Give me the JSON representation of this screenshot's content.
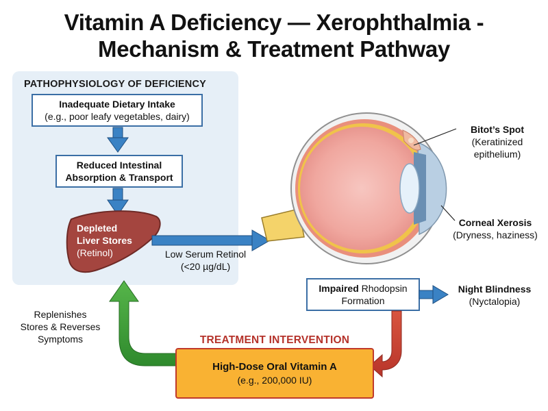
{
  "title": {
    "line1": "Vitamin A Deficiency — Xerophthalmia -",
    "line2": "Mechanism & Treatment Pathway"
  },
  "panel": {
    "heading": "PATHOPHYSIOLOGY OF DEFICIENCY",
    "step1": {
      "title": "Inadequate Dietary Intake",
      "sub": "(e.g., poor leafy vegetables, dairy)"
    },
    "step2": {
      "line1": "Reduced Intestinal",
      "line2": "Absorption & Transport"
    },
    "liver": {
      "line1": "Depleted",
      "line2": "Liver Stores",
      "line3": "(Retinol)"
    }
  },
  "serum": {
    "line1": "Low Serum Retinol",
    "line2": "(<20 µg/dL)"
  },
  "eye": {
    "bitot": {
      "title": "Bitot’s Spot",
      "line1": "(Keratinized",
      "line2": "epithelium)"
    },
    "xerosis": {
      "title": "Corneal Xerosis",
      "sub": "(Dryness, haziness)"
    }
  },
  "rhodopsin": {
    "bold": "Impaired",
    "rest": " Rhodopsin",
    "line2": "Formation"
  },
  "night": {
    "title": "Night Blindness",
    "sub": "(Nyctalopia)"
  },
  "treatment": {
    "heading": "TREATMENT INTERVENTION",
    "title": "High-Dose Oral Vitamin A",
    "sub": "(e.g., 200,000 IU)"
  },
  "replenish": {
    "line1": "Replenishes",
    "line2": "Stores & Reverses",
    "line3": "Symptoms"
  },
  "colors": {
    "blue_arrow": "#3a82c4",
    "green_arrow": "#3f9b3a",
    "red_arrow": "#c8412f",
    "liver": "#a4453f",
    "orange_box": "#f9b233",
    "panel_bg": "#e6eff7"
  },
  "icons": [
    "arrow-down-icon",
    "arrow-right-icon",
    "liver-icon",
    "eye-cross-section-icon",
    "curved-arrow-icon"
  ]
}
